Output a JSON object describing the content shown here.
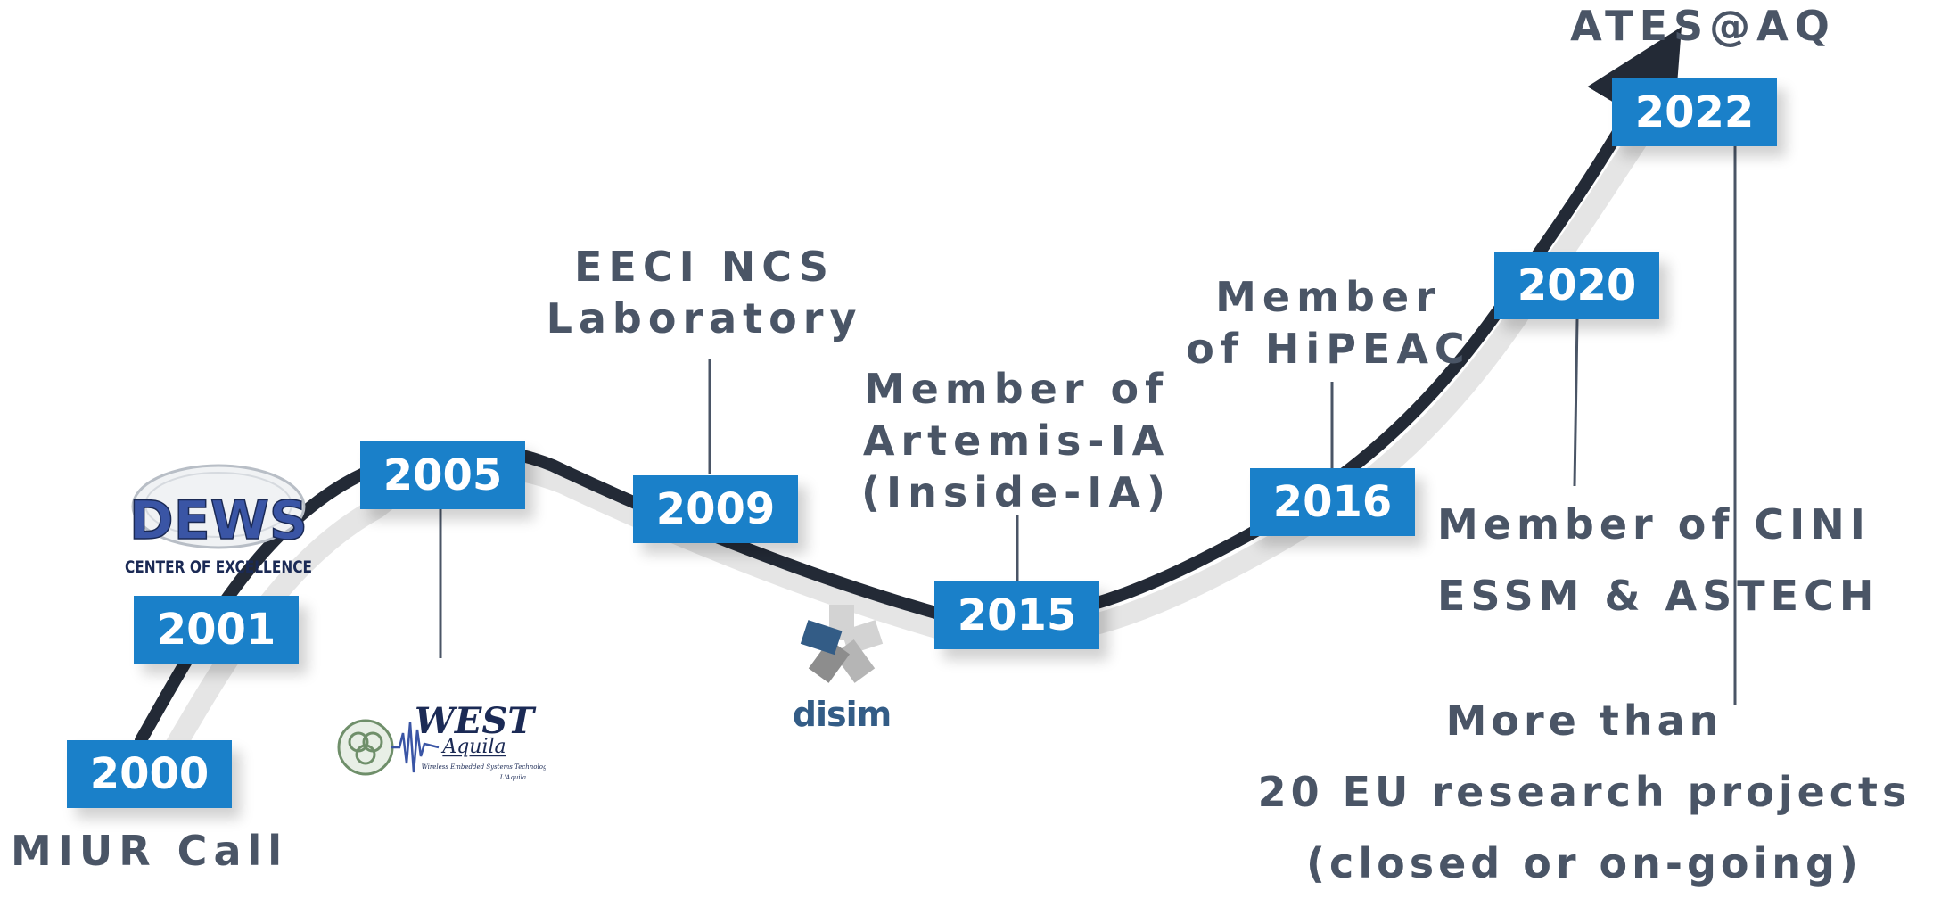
{
  "milestones": [
    {
      "year": "2000",
      "lines": [
        "MIUR Call"
      ]
    },
    {
      "year": "2001",
      "logo": "dews-logo",
      "logo_lines": [
        "DEWS",
        "CENTER OF EXCELLENCE"
      ]
    },
    {
      "year": "2005",
      "logo": "west-aquila-logo",
      "logo_lines": [
        "WEST",
        "Aquila",
        "Wireless Embedded Systems Technologies",
        "L'Aquila"
      ]
    },
    {
      "year": "2009",
      "lines": [
        "EECI NCS",
        "Laboratory"
      ],
      "logo": "disim-logo",
      "logo_lines": [
        "disim"
      ]
    },
    {
      "year": "2015",
      "lines": [
        "Member of",
        "Artemis-IA",
        "(Inside-IA)"
      ]
    },
    {
      "year": "2016",
      "lines": [
        "Member",
        "of HiPEAC"
      ]
    },
    {
      "year": "2020",
      "lines": [
        "Member of CINI",
        "ESSM & ASTECH"
      ]
    },
    {
      "year": "2022",
      "lines": [
        "More than",
        "20 EU research projects",
        "(closed or on-going)"
      ]
    }
  ],
  "destination": "ATES@AQ",
  "colors": {
    "year_box": "#1a80c9",
    "curve": "#232a36",
    "label_text": "#4a5566",
    "connector": "#4a5566"
  }
}
